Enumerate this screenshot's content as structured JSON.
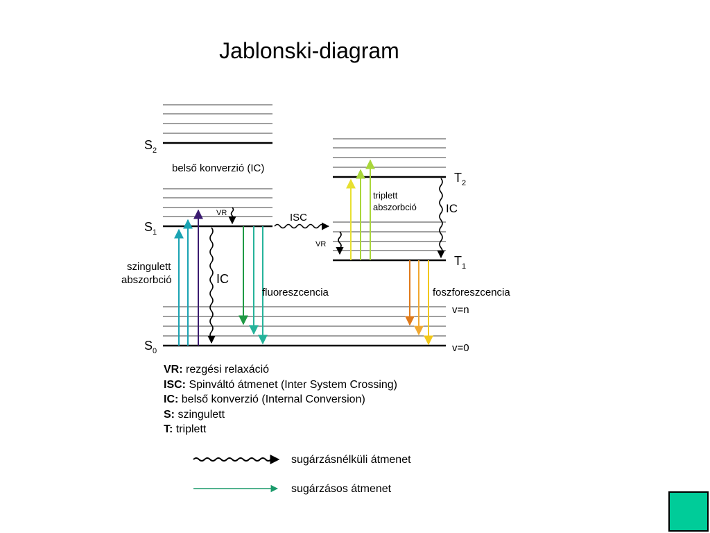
{
  "title": "Jablonski-diagram",
  "labels": {
    "s2": "S",
    "s2_sub": "2",
    "s1": "S",
    "s1_sub": "1",
    "s0": "S",
    "s0_sub": "0",
    "t2": "T",
    "t2_sub": "2",
    "t1": "T",
    "t1_sub": "1",
    "internal_conversion_top": "belső konverzió (IC)",
    "vr_singlet": "VR",
    "vr_triplet": "VR",
    "isc": "ISC",
    "ic_singlet": "IC",
    "ic_triplet": "IC",
    "singlet_absorption_line1": "szingulett",
    "singlet_absorption_line2": "abszorbció",
    "triplet_absorption_line1": "triplett",
    "triplet_absorption_line2": "abszorbció",
    "fluorescence": "fluoreszcencia",
    "phosphorescence": "foszforeszcencia",
    "v_n": "v=n",
    "v_0": "v=0"
  },
  "definitions": [
    {
      "term": "VR:",
      "text": " rezgési relaxáció"
    },
    {
      "term": "ISC:",
      "text": " Spinváltó átmenet (Inter System Crossing)"
    },
    {
      "term": "IC:",
      "text": " belső konverzió (Internal Conversion)"
    },
    {
      "term": "S:",
      "text": " szingulett"
    },
    {
      "term": "T:",
      "text": " triplett"
    }
  ],
  "legend": {
    "nonradiative": "sugárzásnélküli átmenet",
    "radiative": "sugárzásos átmenet"
  },
  "colors": {
    "absorption_teal": "#1aa3b3",
    "absorption_dark": "#3a1a70",
    "fluorescence_green": "#1f9a45",
    "fluorescence_teal": "#25b39a",
    "triplet_yellow": "#e8e030",
    "triplet_lime": "#a9d63a",
    "phos_orange": "#e07a1a",
    "phos_amber": "#f0a830",
    "phos_yellow": "#f2c81a",
    "legend_arrow": "#1a9a6a",
    "corner_box": "#00cc99"
  }
}
